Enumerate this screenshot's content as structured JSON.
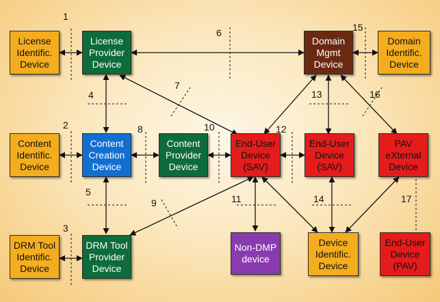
{
  "boxes": {
    "license_ident": "License\nIdentific.\nDevice",
    "license_provider": "License\nProvider\nDevice",
    "domain_mgmt": "Domain\nMgmt\nDevice",
    "domain_ident": "Domain\nIdentific.\nDevice",
    "content_ident": "Content\nIdentific.\nDevice",
    "content_creation": "Content\nCreation\nDevice",
    "content_provider": "Content\nProvider\nDevice",
    "end_user_sav_1": "End-User\nDevice\n(SAV)",
    "end_user_sav_2": "End-User\nDevice\n(SAV)",
    "pav_external": "PAV\neXternal\nDevice",
    "drm_tool_ident": "DRM Tool\nIdentific.\nDevice",
    "drm_tool_provider": "DRM Tool\nProvider\nDevice",
    "non_dmp": "Non-DMP\ndevice",
    "device_ident": "Device\nIdentific.\nDevice",
    "end_user_pav": "End-User\nDevice\n(PAV)"
  },
  "numbers": {
    "n1": "1",
    "n2": "2",
    "n3": "3",
    "n4": "4",
    "n5": "5",
    "n6": "6",
    "n7": "7",
    "n8": "8",
    "n9": "9",
    "n10": "10",
    "n11": "11",
    "n12": "12",
    "n13": "13",
    "n14": "14",
    "n15": "15",
    "n16": "16",
    "n17": "17"
  },
  "colors": {
    "identification": "#f4ad1e",
    "provider": "#0e6b3a",
    "creation": "#136fcf",
    "end_user": "#e41c1c",
    "domain_mgmt": "#6a2a12",
    "non_dmp": "#8a3bb0"
  }
}
